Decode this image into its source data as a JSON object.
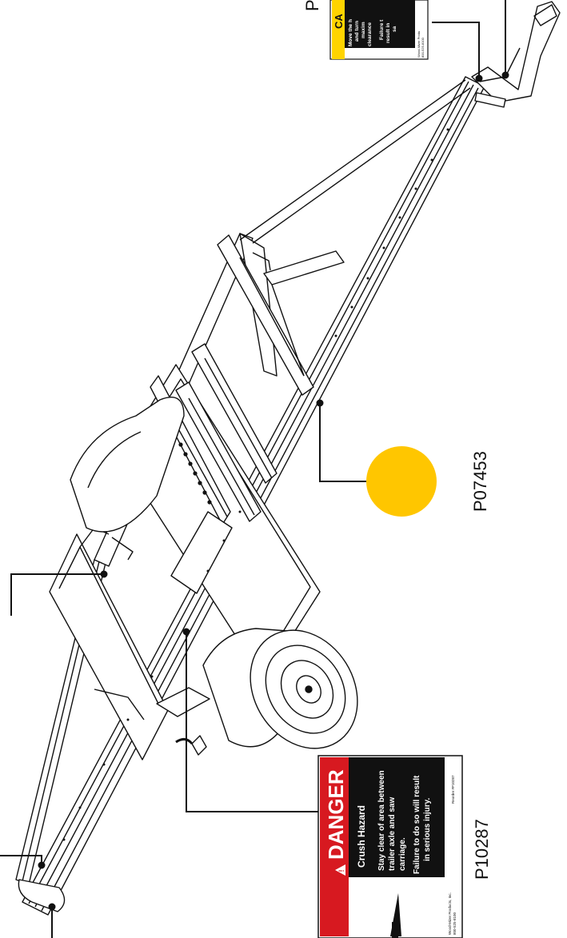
{
  "colors": {
    "line": "#111111",
    "danger_red": "#d71920",
    "caution_yellow": "#ffd400",
    "callout_fill": "#ffc600"
  },
  "callouts": {
    "yellow_circle_part": "P07453",
    "danger_decal_part": "P10287",
    "caution_decal_part_partial": "P"
  },
  "danger_decal": {
    "header": "DANGER",
    "title": "Crush Hazard",
    "line1": "Stay clear of area between",
    "line2": "trailer axle and saw",
    "line3": "carriage.",
    "line4": "Failure to do so will result",
    "line5": "in serious injury.",
    "maker": "Wood-Mizer Products, Inc.",
    "phone": "800-525-8100",
    "reorder": "Reorder #P10287"
  },
  "caution_decal": {
    "header": "CA",
    "line1": "Move the h",
    "line2": "and turn",
    "line3": "maxim",
    "line4": "clearance",
    "line5": "Failure t",
    "line6": "result in",
    "line7": "sa",
    "maker": "Wood-Mizer Produ",
    "phone": "800-525-8100"
  },
  "icons": {
    "warning_triangle": "warning-triangle-icon"
  }
}
